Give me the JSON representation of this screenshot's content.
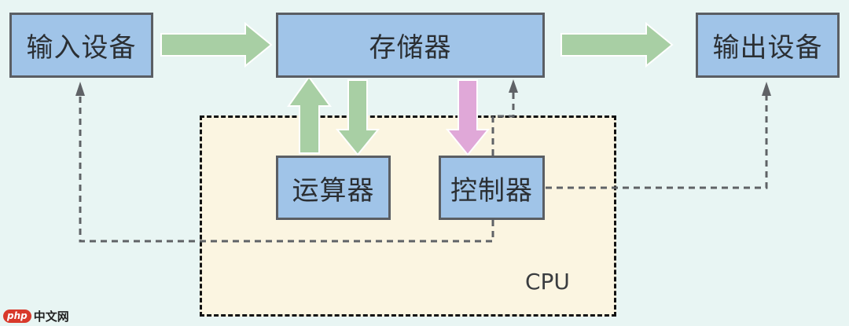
{
  "diagram": {
    "title": "Von Neumann architecture",
    "nodes": {
      "input": {
        "label": "输入设备"
      },
      "memory": {
        "label": "存储器"
      },
      "output": {
        "label": "输出设备"
      },
      "alu": {
        "label": "运算器"
      },
      "controller": {
        "label": "控制器"
      }
    },
    "groups": {
      "cpu": {
        "label": "CPU",
        "contains": [
          "alu",
          "controller"
        ]
      }
    },
    "edges": [
      {
        "from": "input",
        "to": "memory",
        "type": "data",
        "style": "solid-block-arrow",
        "color": "#a8cfa4"
      },
      {
        "from": "memory",
        "to": "output",
        "type": "data",
        "style": "solid-block-arrow",
        "color": "#a8cfa4"
      },
      {
        "from": "alu",
        "to": "memory",
        "type": "data",
        "style": "solid-block-arrow",
        "color": "#a8cfa4"
      },
      {
        "from": "memory",
        "to": "alu",
        "type": "data",
        "style": "solid-block-arrow",
        "color": "#a8cfa4"
      },
      {
        "from": "memory",
        "to": "controller",
        "type": "instruction",
        "style": "solid-block-arrow",
        "color": "#e0a8d8"
      },
      {
        "from": "controller",
        "to": "input",
        "type": "control",
        "style": "dashed-arrow",
        "color": "#5f6266"
      },
      {
        "from": "controller",
        "to": "memory",
        "type": "control",
        "style": "dashed-arrow",
        "color": "#5f6266"
      },
      {
        "from": "controller",
        "to": "output",
        "type": "control",
        "style": "dashed-arrow",
        "color": "#5f6266"
      }
    ],
    "colors": {
      "background": "#e8f5f3",
      "cpu_fill": "#fbf5e1",
      "node_fill": "#a0c4e8",
      "node_border": "#5a5e63",
      "data_arrow": "#a8cfa4",
      "instruction_arrow": "#e0a8d8",
      "control_line": "#5f6266"
    }
  },
  "watermark": {
    "badge": "php",
    "text": "中文网"
  }
}
